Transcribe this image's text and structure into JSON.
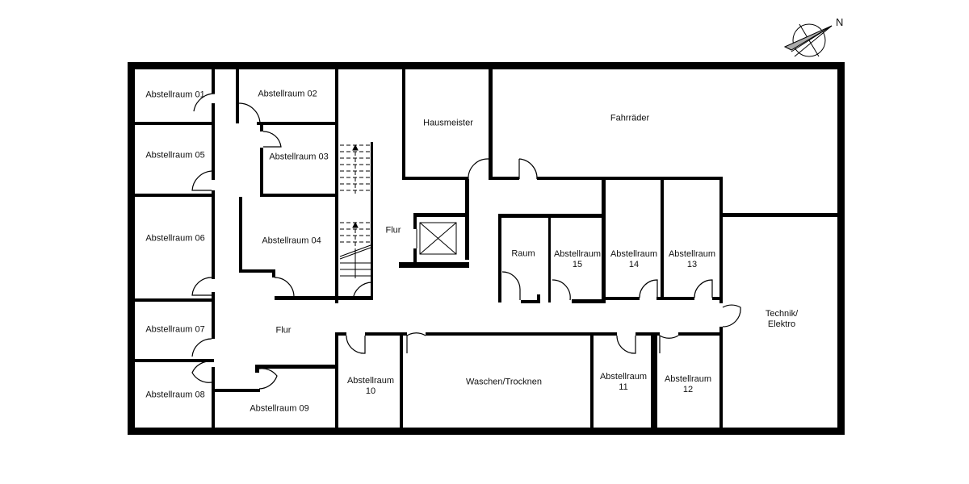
{
  "compass": {
    "label": "N"
  },
  "rooms": {
    "abstellraum_01": "Abstellraum 01",
    "abstellraum_02": "Abstellraum 02",
    "abstellraum_03": "Abstellraum 03",
    "abstellraum_04": "Abstellraum 04",
    "abstellraum_05": "Abstellraum 05",
    "abstellraum_06": "Abstellraum 06",
    "abstellraum_07": "Abstellraum 07",
    "abstellraum_08": "Abstellraum 08",
    "abstellraum_09": "Abstellraum 09",
    "abstellraum_10": [
      "Abstellraum",
      "10"
    ],
    "abstellraum_11": [
      "Abstellraum",
      "11"
    ],
    "abstellraum_12": [
      "Abstellraum",
      "12"
    ],
    "abstellraum_13": [
      "Abstellraum",
      "13"
    ],
    "abstellraum_14": [
      "Abstellraum",
      "14"
    ],
    "abstellraum_15": [
      "Abstellraum",
      "15"
    ],
    "hausmeister": "Hausmeister",
    "fahrraeder": "Fahrräder",
    "flur_upper": "Flur",
    "flur_lower": "Flur",
    "raum": "Raum",
    "waschen": "Waschen/Trocknen",
    "technik": [
      "Technik/",
      "Elektro"
    ]
  }
}
